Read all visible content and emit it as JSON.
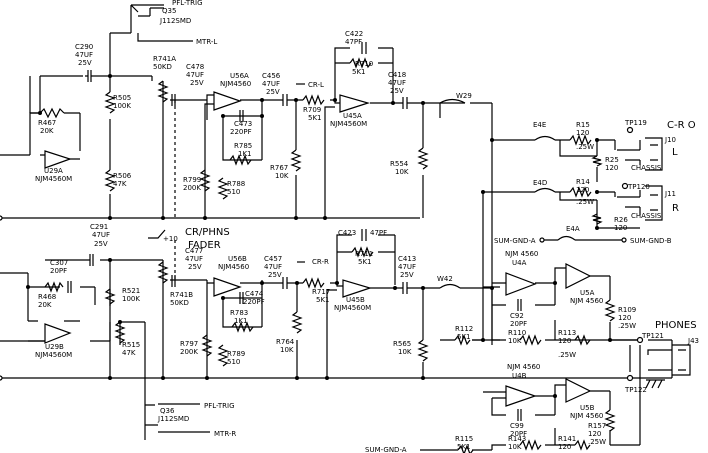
{
  "labels": {
    "pfl_trig": "PFL-TRIG",
    "mtr_l": "MTR-L",
    "mtr_r": "MTR-R",
    "cr_l": "CR-L",
    "cr_r": "CR-R",
    "sum_gnd_a": "SUM-GND-A",
    "sum_gnd_b": "SUM-GND-B",
    "chassis": "CHASSIS",
    "cr_section": "C-R O",
    "phones": "PHONES",
    "fader": "CR/PHNS",
    "fader2": "FADER",
    "plus10": "+10",
    "l": "L",
    "r": "R"
  },
  "parts": {
    "q35": "Q35",
    "q36": "Q36",
    "j112": "J112SMD",
    "c290": "C290",
    "c291": "C291",
    "c307": "C307",
    "c478": "C478",
    "c477": "C477",
    "c456": "C456",
    "c457": "C457",
    "c422": "C422",
    "c423": "C423",
    "c418": "C418",
    "c413": "C413",
    "c473": "C473",
    "c474": "C474",
    "c92": "C92",
    "c99": "C99",
    "r467": "R467",
    "r468": "R468",
    "r505": "R505",
    "r506": "R506",
    "r521": "R521",
    "r515": "R515",
    "r741a": "R741A",
    "r741b": "R741B",
    "r799": "R799",
    "r797": "R797",
    "r788": "R788",
    "r789": "R789",
    "r785": "R785",
    "r783": "R783",
    "r767": "R767",
    "r764": "R764",
    "r709": "R709",
    "r717": "R717",
    "r710": "R710",
    "r711": "R711",
    "r554": "R554",
    "r565": "R565",
    "r15": "R15",
    "r14": "R14",
    "r25": "R25",
    "r26": "R26",
    "r112": "R112",
    "r115": "R115",
    "r110": "R110",
    "r143": "R143",
    "r113": "R113",
    "r141": "R141",
    "r109": "R109",
    "r157": "R157",
    "u29a": "U29A",
    "u29b": "U29B",
    "u56a": "U56A",
    "u56b": "U56B",
    "u45a": "U45A",
    "u45b": "U45B",
    "u4a": "U4A",
    "u4b": "U4B",
    "u5a": "U5A",
    "u5b": "U5B",
    "njm4560m": "NJM4560M",
    "njm4560": "NJM 4560",
    "njm4560s": "NJM4560",
    "w29": "W29",
    "w42": "W42",
    "e4e": "E4E",
    "e4d": "E4D",
    "e4a": "E4A",
    "j10": "J10",
    "j11": "J11",
    "j43": "J43",
    "tp119": "TP119",
    "tp120": "TP120",
    "tp121": "TP121",
    "tp122": "TP122"
  },
  "values": {
    "v47uf": "47UF",
    "v25v": "25V",
    "v20pf": "20PF",
    "v47pf": "47PF",
    "v220pf": "220PF",
    "v20k": "20K",
    "v100k": "100K",
    "v47k": "47K",
    "v50kd": "50KD",
    "v50kd2": "50KD",
    "v200k": "200K",
    "v510": "510",
    "v1k1": "1K1",
    "v10k": "10K",
    "v5k1": "5K1",
    "v120": "120",
    "v25w": ".25W"
  }
}
